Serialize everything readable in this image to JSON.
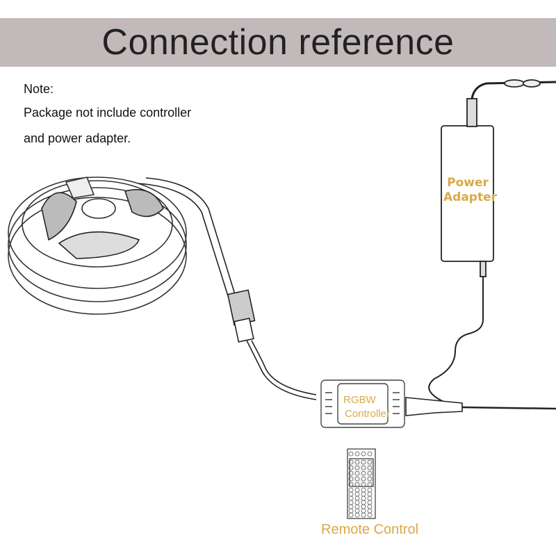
{
  "header": {
    "title": "Connection reference"
  },
  "note": {
    "title": "Note:",
    "lines": [
      "Package not include controller",
      "and power adapter."
    ]
  },
  "components": {
    "power_adapter": {
      "label_line1": "Power",
      "label_line2": "Adapter"
    },
    "controller": {
      "label_line1": "RGBW",
      "label_line2": "Controller"
    },
    "remote": {
      "label": "Remote Control"
    },
    "led_strip": {
      "name": "LED strip reel"
    }
  },
  "colors": {
    "banner": "#c2baba",
    "label_accent": "#d9a94a",
    "text": "#222222"
  }
}
